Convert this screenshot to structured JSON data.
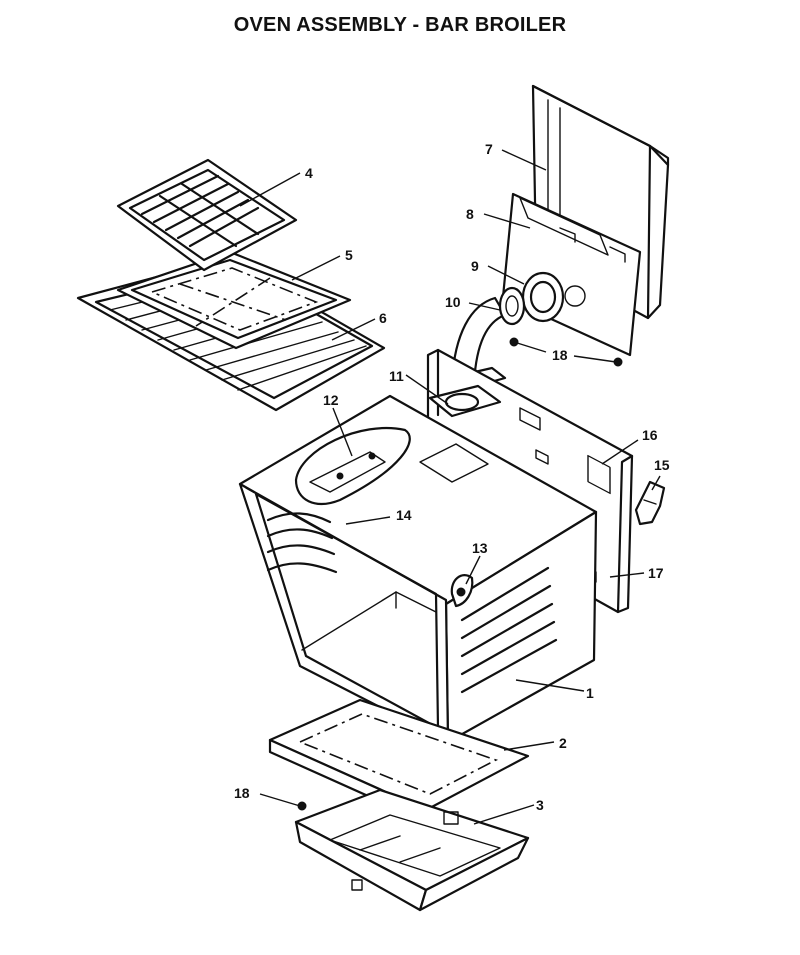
{
  "title": "OVEN ASSEMBLY - BAR BROILER",
  "callouts": [
    {
      "id": "c1",
      "label": "1"
    },
    {
      "id": "c2",
      "label": "2"
    },
    {
      "id": "c3",
      "label": "3"
    },
    {
      "id": "c4",
      "label": "4"
    },
    {
      "id": "c5",
      "label": "5"
    },
    {
      "id": "c6",
      "label": "6"
    },
    {
      "id": "c7",
      "label": "7"
    },
    {
      "id": "c8",
      "label": "8"
    },
    {
      "id": "c9",
      "label": "9"
    },
    {
      "id": "c10",
      "label": "10"
    },
    {
      "id": "c11",
      "label": "11"
    },
    {
      "id": "c12",
      "label": "12"
    },
    {
      "id": "c13",
      "label": "13"
    },
    {
      "id": "c14",
      "label": "14"
    },
    {
      "id": "c15",
      "label": "15"
    },
    {
      "id": "c16",
      "label": "16"
    },
    {
      "id": "c17",
      "label": "17"
    },
    {
      "id": "c18a",
      "label": "18"
    },
    {
      "id": "c18b",
      "label": "18"
    }
  ]
}
